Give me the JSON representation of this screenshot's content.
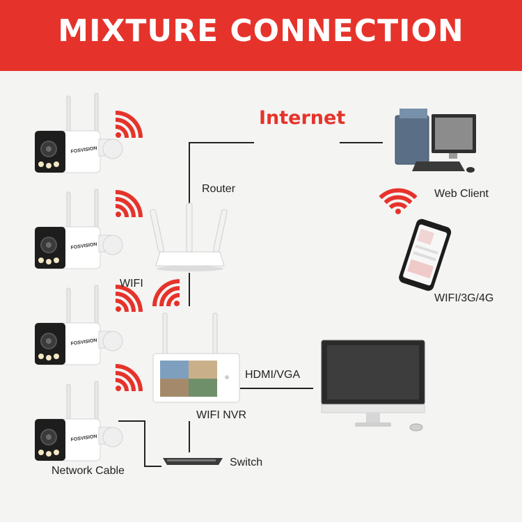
{
  "title": "MIXTURE CONNECTION",
  "brand": "FOSVISION",
  "labels": {
    "internet": "Internet",
    "router": "Router",
    "web_client": "Web Client",
    "mobile": "WIFI/3G/4G",
    "wifi": "WIFI",
    "hdmi": "HDMI/VGA",
    "nvr": "WIFI NVR",
    "switch": "Switch",
    "network_cable": "Network Cable"
  },
  "colors": {
    "accent": "#e5332b",
    "line": "#222222",
    "background": "#f4f4f2"
  },
  "icons": [
    "camera-icon",
    "wifi-signal-icon",
    "router-icon",
    "nvr-icon",
    "monitor-icon",
    "switch-icon",
    "pc-icon",
    "phone-icon"
  ]
}
